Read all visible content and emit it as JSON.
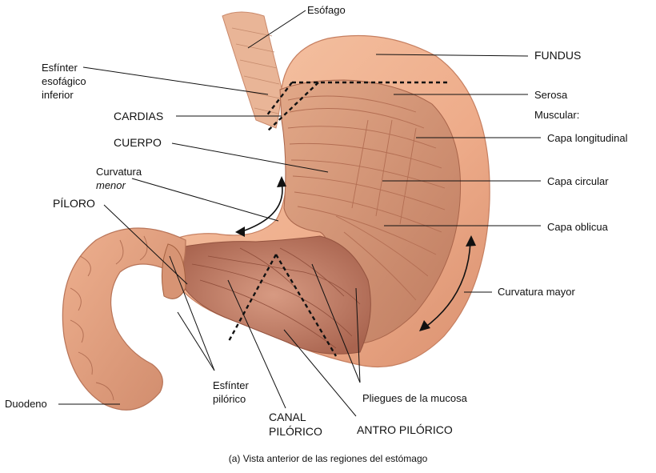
{
  "labels": {
    "esofago": "Esófago",
    "esfinter_esofagico": [
      "Esfínter",
      "esofágico",
      "inferior"
    ],
    "cardias": "CARDIAS",
    "cuerpo": "CUERPO",
    "curvatura_menor": [
      "Curvatura",
      "menor"
    ],
    "piloro": "PÍLORO",
    "duodeno": "Duodeno",
    "esfinter_pilorico": [
      "Esfínter",
      "pilórico"
    ],
    "canal_pilorico": [
      "CANAL",
      "PILÓRICO"
    ],
    "antro_pilorico": "ANTRO PILÓRICO",
    "pliegues": "Pliegues de la mucosa",
    "fundus": "FUNDUS",
    "serosa": "Serosa",
    "muscular": "Muscular:",
    "capa_longitudinal": "Capa longitudinal",
    "capa_circular": "Capa circular",
    "capa_oblicua": "Capa oblicua",
    "curvatura_mayor": "Curvatura mayor"
  },
  "caption": "(a) Vista anterior de las regiones del estómago",
  "colors": {
    "serosa": "#f2b494",
    "muscle": "#d89a7a",
    "muscle_dark": "#b66f55",
    "mucosa": "#c98670",
    "duodenum": "#e4a184",
    "line": "#1a1a1a"
  }
}
